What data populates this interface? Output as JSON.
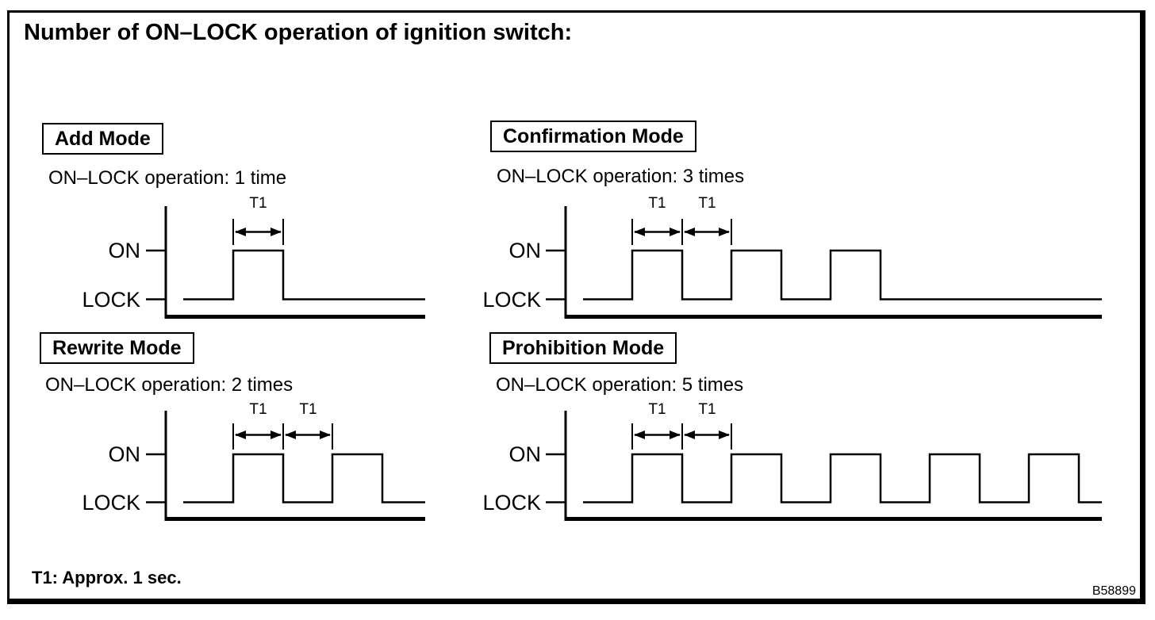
{
  "figure": {
    "title": "Number of ON–LOCK operation of ignition switch:",
    "footnote": "T1: Approx. 1 sec.",
    "figure_code": "B58899"
  },
  "labels": {
    "on": "ON",
    "lock": "LOCK",
    "t1": "T1"
  },
  "t1_duration": "Approx. 1 sec.",
  "modes": [
    {
      "name": "Add Mode",
      "operation_label": "ON–LOCK operation: 1 time",
      "pulse_count": 1
    },
    {
      "name": "Confirmation Mode",
      "operation_label": "ON–LOCK operation: 3 times",
      "pulse_count": 3
    },
    {
      "name": "Rewrite Mode",
      "operation_label": "ON–LOCK operation: 2 times",
      "pulse_count": 2
    },
    {
      "name": "Prohibition Mode",
      "operation_label": "ON–LOCK operation: 5 times",
      "pulse_count": 5
    }
  ]
}
